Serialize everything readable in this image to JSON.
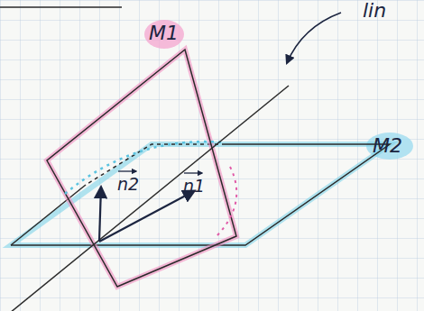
{
  "diagram": {
    "labels": [
      "lin",
      "M1",
      "M2",
      "n2",
      "n1"
    ]
  }
}
